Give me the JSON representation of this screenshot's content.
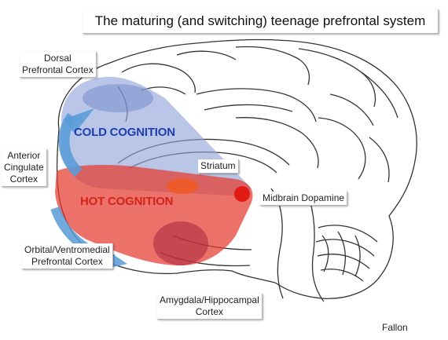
{
  "title": "The maturing (and switching) teenage prefrontal system",
  "regions": {
    "dorsal_pfc": [
      "Dorsal",
      "Prefrontal Cortex"
    ],
    "anterior_cingulate": [
      "Anterior",
      "Cingulate",
      "Cortex"
    ],
    "orbital_vmpfc": [
      "Orbital/Ventromedial",
      "Prefrontal Cortex"
    ],
    "amygdala_hippocampal": [
      "Amygdala/Hippocampal",
      "Cortex"
    ],
    "striatum": "Striatum",
    "midbrain_dopamine": "Midbrain Dopamine"
  },
  "cognition": {
    "cold": "COLD COGNITION",
    "hot": "HOT COGNITION"
  },
  "credit": "Fallon",
  "colors": {
    "cold_region": "#8fa3d8",
    "hot_region": "#e53a2f",
    "cold_text": "#1f3fae",
    "hot_text": "#d3231a",
    "arrow": "#5b9bd8",
    "dopamine": "#e11a14"
  }
}
